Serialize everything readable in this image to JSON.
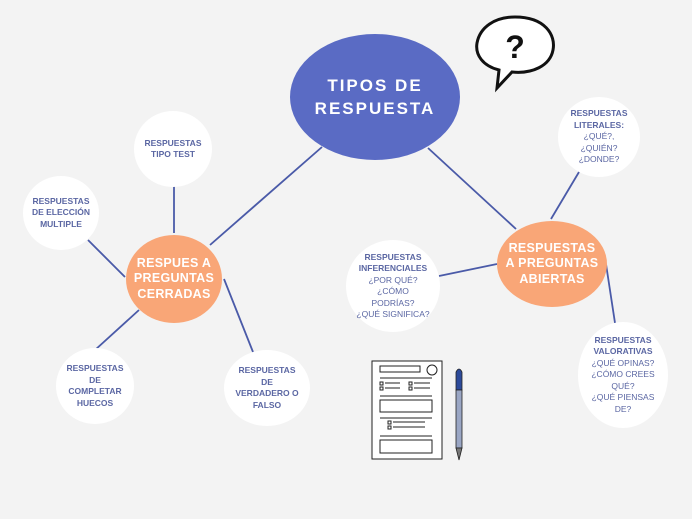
{
  "title": [
    "TIPOS DE",
    "RESPUESTA"
  ],
  "closed": {
    "label": [
      "RESPUES A",
      "PREGUNTAS",
      "CERRADAS"
    ],
    "children": [
      {
        "bold": [
          "RESPUESTAS",
          "TIPO TEST"
        ],
        "plain": []
      },
      {
        "bold": [
          "RESPUESTAS",
          "DE ELECCIÓN",
          "MULTIPLE"
        ],
        "plain": []
      },
      {
        "bold": [
          "RESPUESTAS",
          "DE",
          "COMPLETAR",
          "HUECOS"
        ],
        "plain": []
      },
      {
        "bold": [
          "RESPUESTAS",
          "DE",
          "VERDADERO O",
          "FALSO"
        ],
        "plain": []
      }
    ]
  },
  "open": {
    "label": [
      "RESPUESTAS",
      "A PREGUNTAS",
      "ABIERTAS"
    ],
    "children": [
      {
        "bold": [
          "RESPUESTAS",
          "LITERALES:"
        ],
        "plain": [
          "¿QUÉ?,",
          "¿QUIÉN?",
          "¿DONDE?"
        ]
      },
      {
        "bold": [
          "RESPUESTAS",
          "INFERENCIALES"
        ],
        "plain": [
          "¿POR QUÉ?",
          "¿CÓMO",
          "PODRÍAS?",
          "¿QUÉ SIGNIFICA?"
        ]
      },
      {
        "bold": [
          "RESPUESTAS",
          "VALORATIVAS"
        ],
        "plain": [
          "¿QUÉ OPINAS?",
          "¿CÓMO CREES",
          "QUÉ?",
          "¿QUÉ PIENSAS",
          "DE?"
        ]
      }
    ]
  },
  "colors": {
    "main": "#5a6bc4",
    "orange": "#f9a677",
    "line": "#4a5aa8",
    "text": "#5b67a3"
  }
}
